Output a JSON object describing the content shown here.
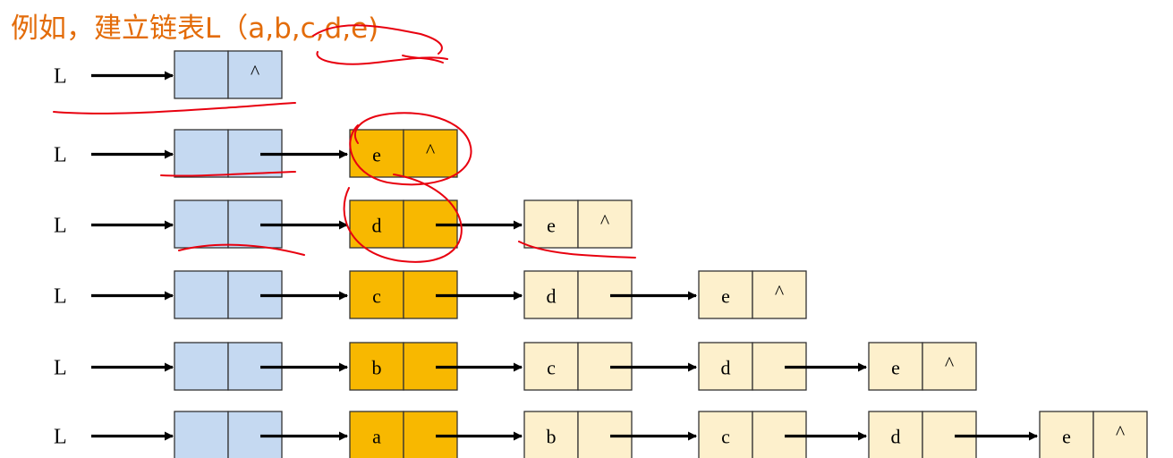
{
  "title": "例如，建立链表L（a,b,c,d,e)",
  "head_label": "L",
  "null_symbol": "^",
  "rows": [
    [],
    [
      "e"
    ],
    [
      "d",
      "e"
    ],
    [
      "c",
      "d",
      "e"
    ],
    [
      "b",
      "c",
      "d",
      "e"
    ],
    [
      "a",
      "b",
      "c",
      "d",
      "e"
    ]
  ],
  "colors": {
    "title": "#e36c0a",
    "head_node": "#c5d9f1",
    "new_node": "#f8b800",
    "old_node": "#fdf0cc",
    "border": "#333333",
    "pointer": "#000000",
    "annotation": "#e8000f"
  }
}
